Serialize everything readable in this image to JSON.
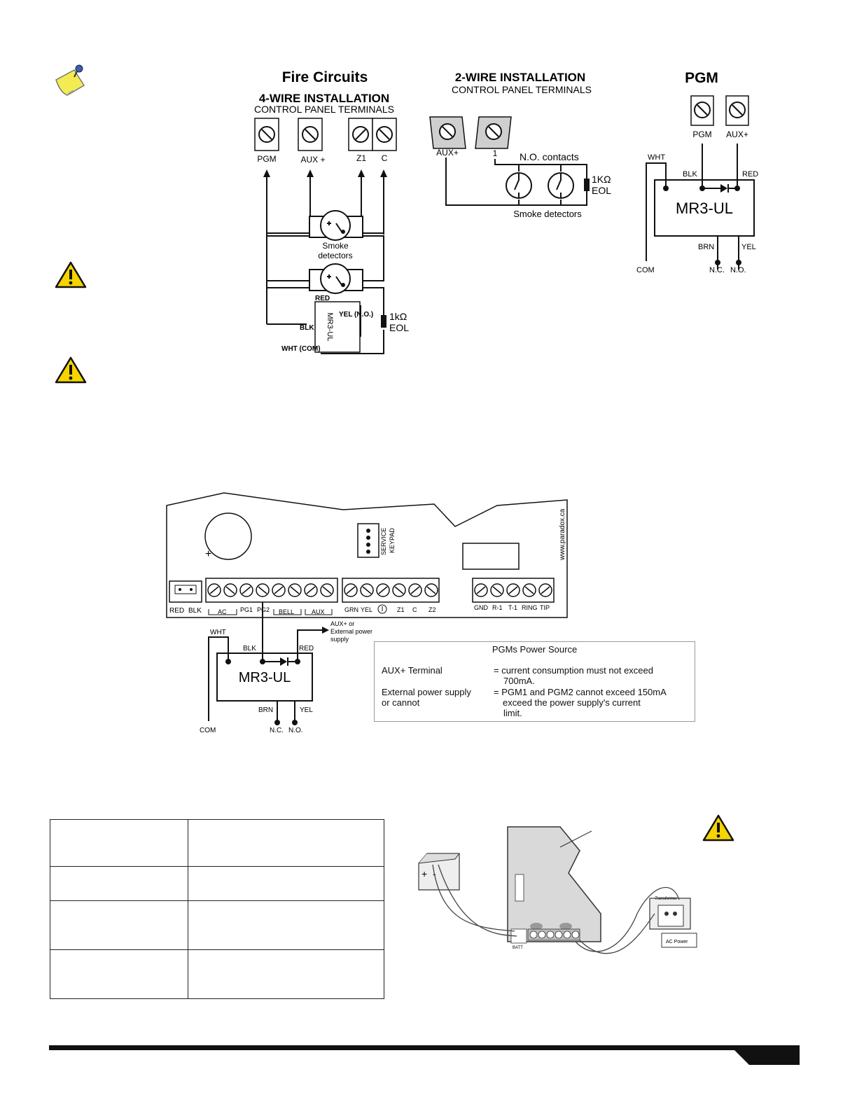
{
  "fire_circuits": {
    "title": "Fire Circuits",
    "four_wire": {
      "heading": "4-WIRE INSTALLATION",
      "subheading": "CONTROL PANEL TERMINALS",
      "terminals": [
        "PGM",
        "AUX +",
        "Z1",
        "C"
      ],
      "smoke_label": "Smoke",
      "smoke_label2": "detectors",
      "relay_wires": {
        "red": "RED",
        "yel": "YEL (N.O.)",
        "blk": "BLK",
        "wht": "WHT (COM)",
        "relay": "MR3-UL"
      },
      "eol": "1kΩ",
      "eol2": "EOL"
    },
    "two_wire": {
      "heading": "2-WIRE INSTALLATION",
      "subheading": "CONTROL PANEL TERMINALS",
      "terminals": [
        "AUX+",
        "1"
      ],
      "contacts": "N.O. contacts",
      "eol": "1KΩ",
      "eol2": "EOL",
      "smoke": "Smoke detectors"
    }
  },
  "pgm_diagram": {
    "title": "PGM",
    "terminals": [
      "PGM",
      "AUX+"
    ],
    "wires": {
      "wht": "WHT",
      "blk": "BLK",
      "red": "RED",
      "brn": "BRN",
      "yel": "YEL",
      "com": "COM",
      "nc": "N.C.",
      "no": "N.O."
    },
    "relay": "MR3-UL"
  },
  "board": {
    "website": "www.paradox.ca",
    "service": "SERVICE",
    "keypad": "KEYPAD",
    "labels_left": [
      "RED",
      "BLK",
      "AC",
      "PG1",
      "PG2",
      "BELL",
      "AUX"
    ],
    "labels_mid": [
      "GRN",
      "YEL",
      "Z1",
      "C",
      "Z2"
    ],
    "labels_right": [
      "GND",
      "R-1",
      "T-1",
      "RING",
      "TIP"
    ],
    "aux_note": [
      "AUX+ or",
      "External power",
      "supply"
    ],
    "relay": "MR3-UL",
    "wires": {
      "wht": "WHT",
      "blk": "BLK",
      "red": "RED",
      "brn": "BRN",
      "yel": "YEL",
      "com": "COM",
      "nc": "N.C.",
      "no": "N.O."
    }
  },
  "pgm_power": {
    "title": "PGMs Power Source",
    "row1_label": "AUX+ Terminal",
    "row1_value": "= current consumption must not exceed",
    "row1_value2": "700mA.",
    "row2_label": "External power supply",
    "row2_label2": "or cannot",
    "row2_value": "= PGM1 and PGM2 cannot exceed 150mA",
    "row2_value2": "exceed the power supply's current",
    "row2_value3": "limit."
  },
  "battery_diagram": {
    "batt": "BATT",
    "ac_power": "AC Power",
    "transformer": "Transformer"
  },
  "icons": [
    "note-pin-icon",
    "warning-icon",
    "warning-icon",
    "warning-icon"
  ],
  "colors": {
    "warning": "#f5d400",
    "note": "#f2ec52",
    "pin": "#3a5db8",
    "terminal_fill": "#cfcfcf"
  }
}
